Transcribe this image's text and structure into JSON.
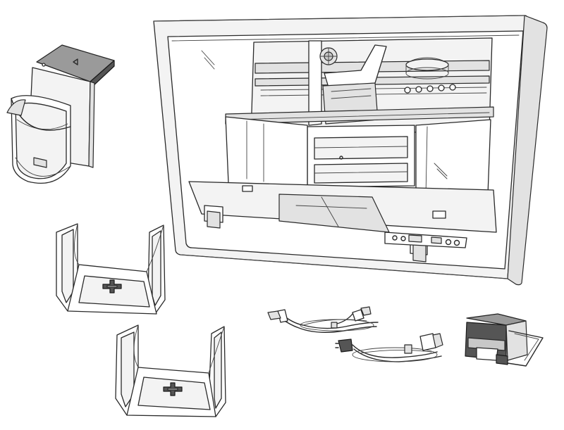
{
  "figure": {
    "components": [
      "disc-publisher",
      "output-bin-holder",
      "disc-input-bin-1",
      "disc-input-bin-2",
      "usb-cable",
      "power-cord",
      "ink-cartridge"
    ]
  }
}
